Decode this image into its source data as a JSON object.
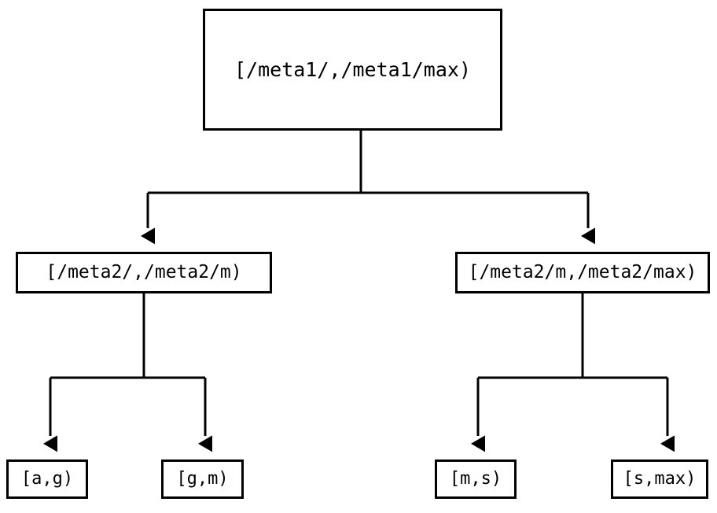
{
  "diagram": {
    "type": "tree",
    "orientation": "top-down",
    "edge_style": "orthogonal",
    "arrowhead": "filled-triangle",
    "colors": {
      "stroke": "#000000",
      "node_fill": "#ffffff",
      "background": "#ffffff",
      "text": "#000000"
    },
    "nodes": {
      "root": {
        "label": "[/meta1/,/meta1/max)",
        "level": 0
      },
      "mid_left": {
        "label": "[/meta2/,/meta2/m)",
        "level": 1
      },
      "mid_right": {
        "label": "[/meta2/m,/meta2/max)",
        "level": 1
      },
      "leaf_ag": {
        "label": "[a,g)",
        "level": 2
      },
      "leaf_gm": {
        "label": "[g,m)",
        "level": 2
      },
      "leaf_ms": {
        "label": "[m,s)",
        "level": 2
      },
      "leaf_smax": {
        "label": "[s,max)",
        "level": 2
      }
    },
    "edges": [
      {
        "from": "root",
        "to": "mid_left"
      },
      {
        "from": "root",
        "to": "mid_right"
      },
      {
        "from": "mid_left",
        "to": "leaf_ag"
      },
      {
        "from": "mid_left",
        "to": "leaf_gm"
      },
      {
        "from": "mid_right",
        "to": "leaf_ms"
      },
      {
        "from": "mid_right",
        "to": "leaf_smax"
      }
    ]
  }
}
